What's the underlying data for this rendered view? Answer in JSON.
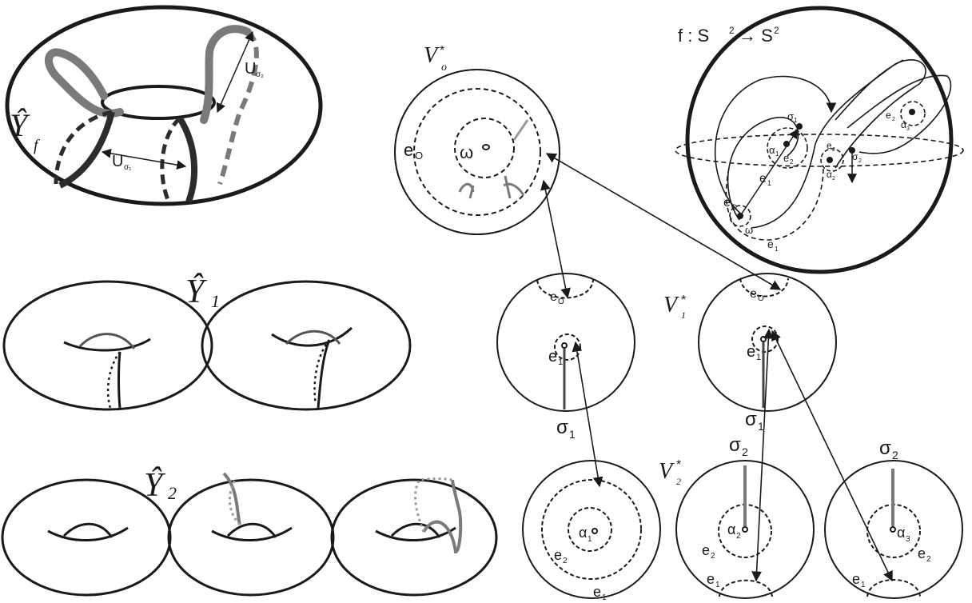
{
  "colors": {
    "ink": "#1a1a1a",
    "gray": "#7a7a7a",
    "dark": "#2c2c2c",
    "green": "#3a5f3a"
  },
  "labels": {
    "v_f": "Ŷ",
    "v_f_sub": "f",
    "u_sigma2": "U",
    "u_sigma2_sub": "σ₂",
    "u_sigma1": "U",
    "u_sigma1_sub": "σ₁",
    "v0": "V",
    "v0_sub": "o",
    "v0_sup": "*",
    "map": "f : S",
    "map_sup1": "2",
    "map_arrow": "→ S",
    "map_sup2": "2",
    "v1_hat": "Ŷ",
    "v1_hat_sub": "1",
    "v2_hat": "Ŷ",
    "v2_hat_sub": "2",
    "v1": "V",
    "v1_sub": "1",
    "v1_sup": "*",
    "v2": "V",
    "v2_sub": "2",
    "v2_sup": "*",
    "e0": "e",
    "e0_sub": "O",
    "e1": "e",
    "e1_sub": "1",
    "e2": "e",
    "e2_sub": "2",
    "omega": "ω",
    "sigma1": "σ",
    "sigma1_sub": "1",
    "sigma2": "σ",
    "sigma2_sub": "2",
    "alpha1": "α",
    "alpha1_sub": "1",
    "alpha2": "α",
    "alpha2_sub": "2",
    "alpha3": "α",
    "alpha3_sub": "3"
  }
}
